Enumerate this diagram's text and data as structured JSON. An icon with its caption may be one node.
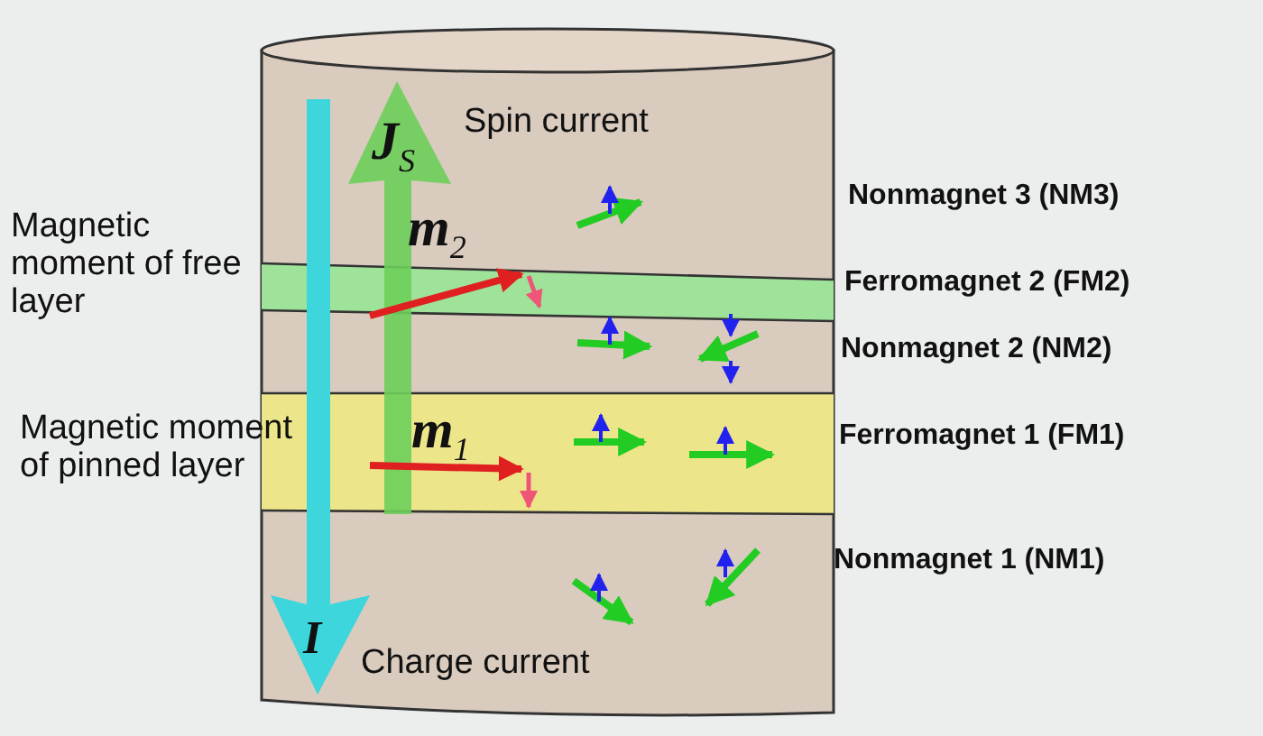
{
  "diagram": {
    "labels": [
      "Spin current",
      "J$_{S}$",
      "Magnetic moment of free layer",
      "m$_{2}$",
      "Magnetic moment of pinned layer",
      "m$_{1}$",
      "I",
      "Charge current",
      "Nonmagnet 3 (NM3)",
      "Ferromagnet 2 (FM2)",
      "Nonmagnet 2 (NM2)",
      "Ferromagnet 1 (FM1)",
      "Nonmagnet 1 (NM1)"
    ]
  }
}
